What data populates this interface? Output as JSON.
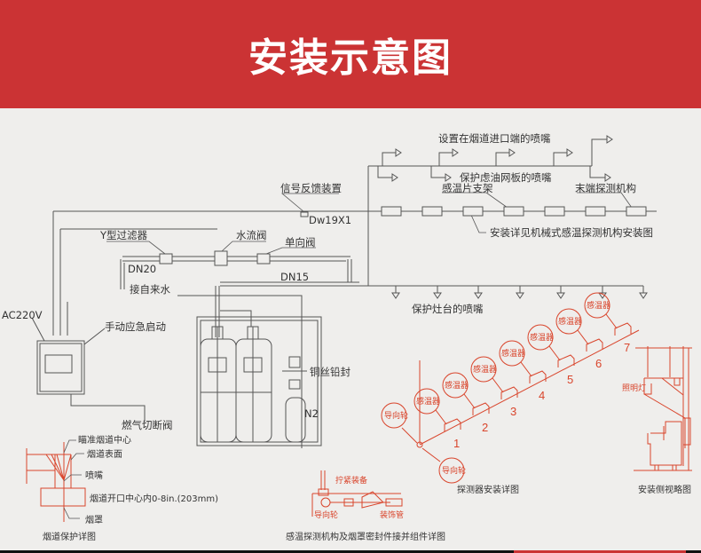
{
  "header": {
    "title": "安装示意图",
    "background_color": "#cb3334"
  },
  "colors": {
    "line": "#555555",
    "accent_red": "#d9452c",
    "background": "#efeeec"
  },
  "pipe_labels": {
    "inlet_nozzle": "设置在烟道进口端的喷嘴",
    "filter_nozzle": "保护虑油网板的喷嘴",
    "sensor_bracket": "感温片支架",
    "end_detector": "末端探测机构",
    "mount_note": "安装详见机械式感温探测机构安装图",
    "signal_feedback": "信号反馈装置",
    "dw_code": "Dw19X1",
    "y_filter": "Y型过滤器",
    "water_flow_valve": "水流阀",
    "check_valve": "单向阀",
    "dn20": "DN20",
    "dn15": "DN15",
    "tap_water": "接自来水",
    "stove_nozzle": "保护灶台的喷嘴",
    "ac220v": "AC220V",
    "manual_start": "手动应急启动",
    "gas_shutoff": "燃气切断阀",
    "copper_seal": "铜丝铅封",
    "n2": "N2"
  },
  "flue_detail": {
    "aim_center": "瞄准烟道中心",
    "flue_surface": "烟道表面",
    "nozzle": "喷嘴",
    "opening_note": "烟道开口中心内0-8in.(203mm)",
    "hood": "烟罩",
    "caption": "烟道保护详图"
  },
  "seal_detail": {
    "tighten": "拧紧装备",
    "guide_wheel": "导向轮",
    "decor_tube": "装饰管",
    "caption": "感温探测机构及烟罩密封件接并组件详图"
  },
  "detector_detail": {
    "sensor_label": "感温器",
    "guide_wheel": "导向轮",
    "numbers": [
      "1",
      "2",
      "3",
      "4",
      "5",
      "6",
      "7"
    ],
    "caption": "探测器安装详图"
  },
  "side_view": {
    "light": "照明灯",
    "caption": "安装侧视略图"
  }
}
